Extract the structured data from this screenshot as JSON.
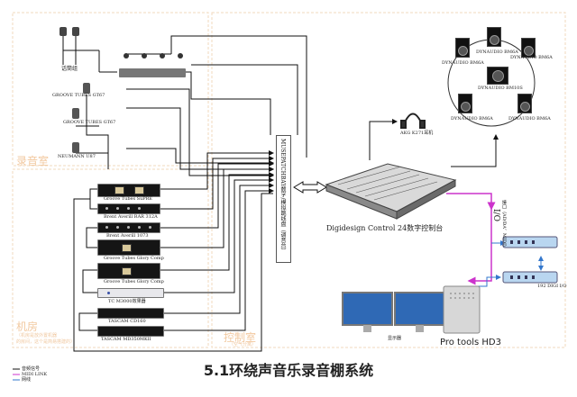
{
  "title": "5.1环绕声音乐录音棚系统",
  "zones": {
    "recording_room": "录音室",
    "machine_room": "机房",
    "machine_room_note1": "（机房是放外置机器",
    "machine_room_note2": "的房间，这个是简易搭建的）",
    "control_room": "控制室",
    "control_room_note": "（空气分离）"
  },
  "mics": {
    "mic_group": "话筒组",
    "groove_tubes_gt67_1": "GROOVE TUBES GT67",
    "groove_tubes_gt67_2": "GROOVE TUBES GT67",
    "neumann": "NEUMANN U87"
  },
  "control_surface": "Digidesign  Control 24数字控制台",
  "headphones": "AKG K271耳机",
  "patchbay": "MUSEPATCHBAY数字/模拟跳线盘（调音台）",
  "outboard": [
    "Groove Tubes SuPRE",
    "Brent Averill RAR 312A",
    "Brent Averill 1073",
    "Groove Tubes Glory Comp",
    "Groove Tubes Glory Comp",
    "TC M3000效果器",
    "TASCAM CD160",
    "TASCAM MD350MKII"
  ],
  "speakers": {
    "center": "DYNAUDIO BM6A",
    "front_left": "DYNAUDIO BM6A",
    "front_right": "DYNAUDIO BM6A",
    "sub": "DYNAUDIO BM10S",
    "rear_left": "DYNAUDIO BM6A",
    "rear_right": "DYNAUDIO BM6A"
  },
  "io": {
    "label": "I/O",
    "sub": "接口（AD/DA、MIDI）",
    "model": "192 DIGI I/O"
  },
  "monitors_label": "显示器",
  "protools": "Pro tools HD3",
  "legend": [
    "音频信号",
    "MIDI LINK",
    "网线"
  ],
  "colors": {
    "audio_line": "#111111",
    "midi_line": "#cc33cc",
    "network_line": "#3377cc",
    "zone_border": "#f0d8bc",
    "zone_text": "#f2c9a0"
  }
}
